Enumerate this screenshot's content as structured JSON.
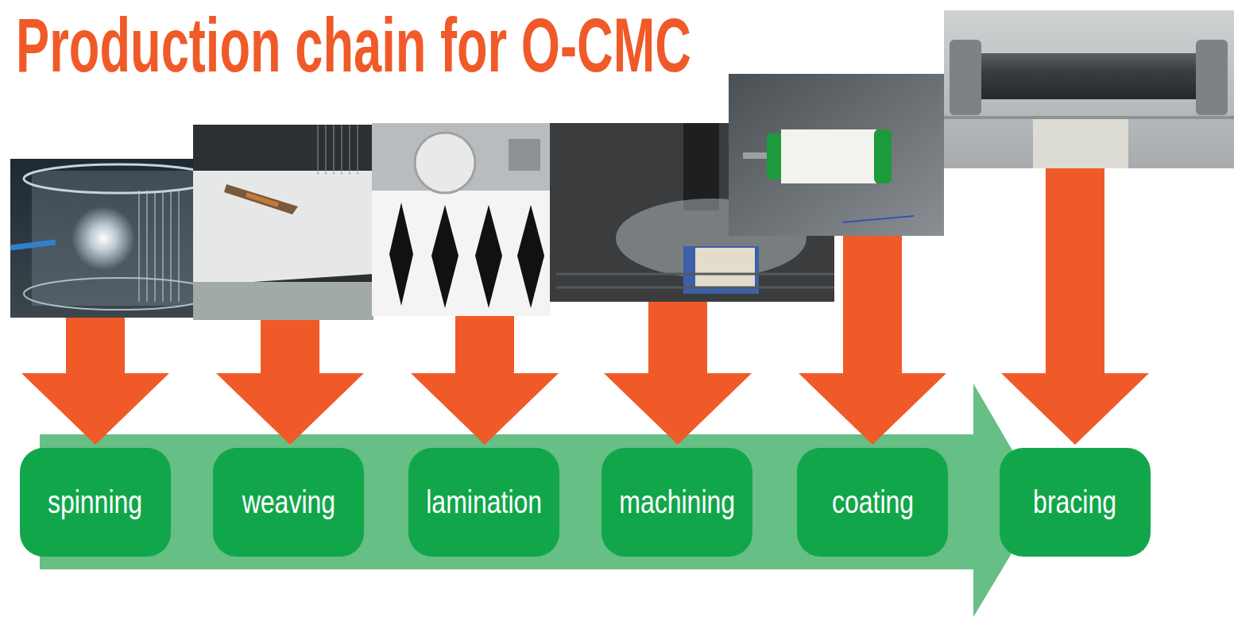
{
  "diagram": {
    "title": "Production chain for O-CMC",
    "nodes": [
      {
        "text": [
          "spinning"
        ]
      },
      {
        "text": [
          "weaving"
        ]
      },
      {
        "text": [
          "lamination"
        ]
      },
      {
        "text": [
          "machining"
        ]
      },
      {
        "text": [
          "coating"
        ]
      },
      {
        "text": [
          "bracing"
        ]
      }
    ]
  }
}
